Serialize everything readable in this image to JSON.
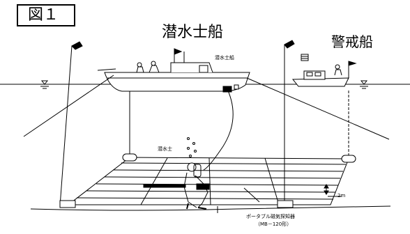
{
  "figure": {
    "number_label": "図１",
    "diver_ship_title": "潜水士船",
    "guard_ship_title": "警戒船",
    "diver_ship_small_label": "潜水士船",
    "diver_label": "潜水士",
    "mesh_spacing_label": "2m",
    "probe_label": "ポータブル磁気探知器",
    "probe_model_label": "（MB－120形）"
  },
  "colors": {
    "line": "#000000",
    "background": "#ffffff"
  }
}
